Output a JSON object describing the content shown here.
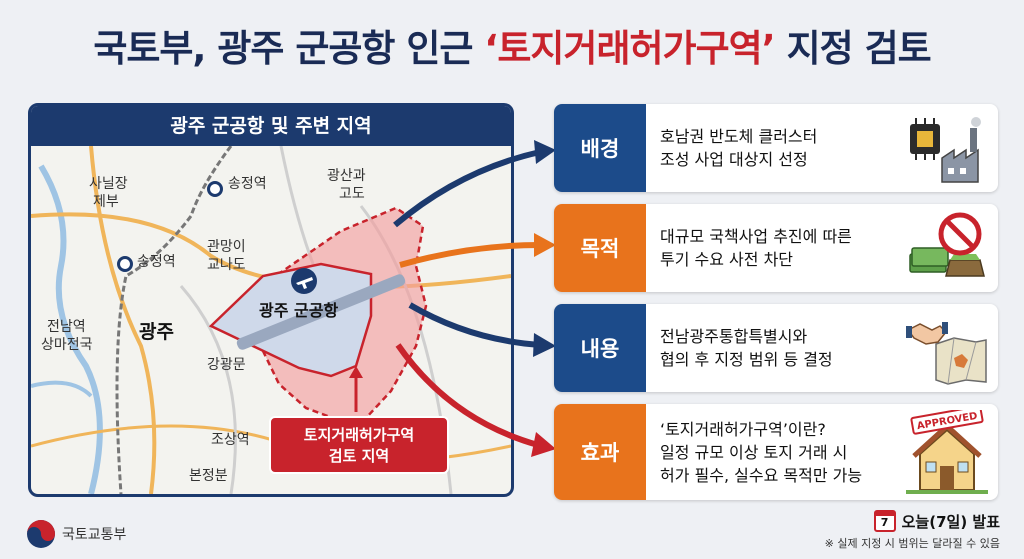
{
  "headline": {
    "part1": "국토부, 광주 군공항 인근 ",
    "highlight": "‘토지거래허가구역’",
    "part2": " 지정 검토"
  },
  "map": {
    "title": "광주 군공항 및 주변 지역",
    "labels": {
      "saniljang": "사닐장",
      "jebu": "제부",
      "songjeong_station_top": "송정역",
      "gwangsan_gwa": "광산과",
      "godo": "고도",
      "songjeong_station_left": "송정역",
      "gwanmangi": "관망이",
      "gyonado": "교나도",
      "jeonnam_station": "전남역",
      "sangmajeonguk": "상마전국",
      "gwangju": "광주",
      "airport": "광주 군공항",
      "ganggwangmun": "강광문",
      "josangyeok": "조상역",
      "bonjeongbun": "본정분"
    },
    "zone_label_line1": "토지거래허가구역",
    "zone_label_line2": "검토 지역"
  },
  "cards": [
    {
      "tag": "배경",
      "line1": "호남권 반도체 클러스터",
      "line2": "조성 사업 대상지 선정",
      "line3": "",
      "icon": "chip-factory-icon"
    },
    {
      "tag": "목적",
      "line1": "대규모 국책사업 추진에 따른",
      "line2": "투기 수요 사전 차단",
      "line3": "",
      "icon": "no-speculation-icon"
    },
    {
      "tag": "내용",
      "line1": "전남광주통합특별시와",
      "line2": "협의 후 지정 범위 등 결정",
      "line3": "",
      "icon": "handshake-map-icon"
    },
    {
      "tag": "효과",
      "line1": "‘토지거래허가구역’이란?",
      "line2": "일정 규모 이상 토지 거래 시",
      "line3": "허가 필수, 실수요 목적만 가능",
      "icon": "approved-house-icon",
      "stamp": "APPROVED"
    }
  ],
  "footer": {
    "ministry": "국토교통부",
    "calendar_day": "7",
    "date_text": "오늘(7일) 발표",
    "note": "※ 실제 지정 시 범위는 달라질 수 있음"
  },
  "colors": {
    "navy": "#1c3a6e",
    "red": "#c8232c",
    "orange": "#e8731c",
    "card_navy": "#1c4b8a"
  }
}
